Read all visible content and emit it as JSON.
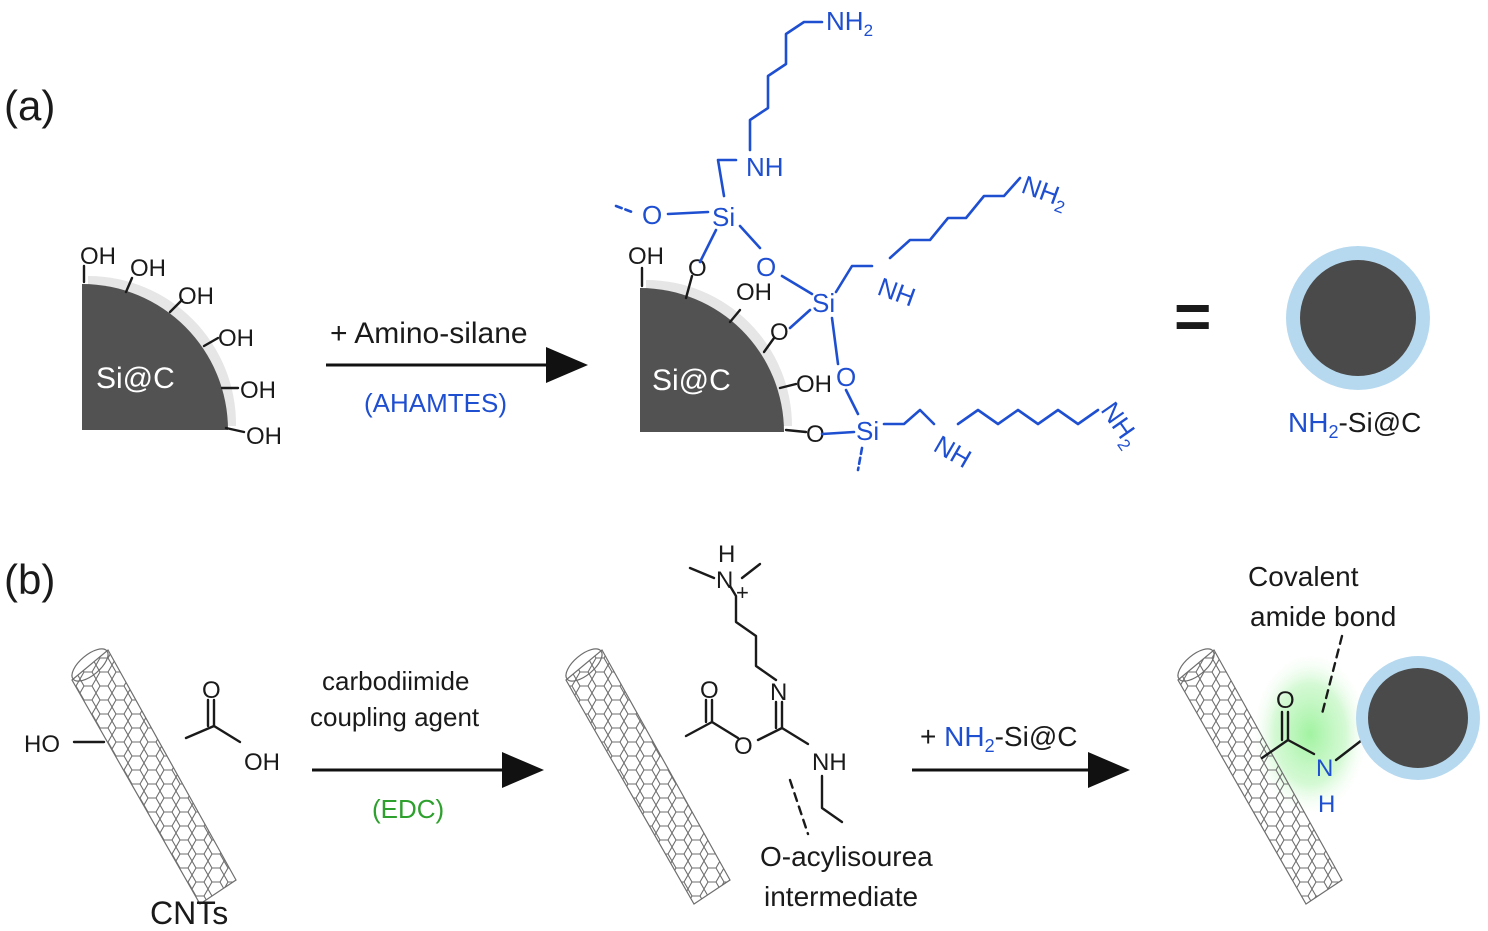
{
  "panel_a": {
    "label": "(a)",
    "particle_label": "Si@C",
    "hydroxyl": "OH",
    "reagent": "+ Amino-silane",
    "reagent_name": "(AHAMTES)",
    "oxygen": "O",
    "silicon": "Si",
    "amine_nh": "NH",
    "amine_nh2": "NH",
    "subscript_2": "2",
    "equals": "=",
    "product_label_prefix": "NH",
    "product_label_suffix": "-Si@C"
  },
  "panel_b": {
    "label": "(b)",
    "cnt_label": "CNTs",
    "ho": "HO",
    "oh": "OH",
    "oxygen": "O",
    "coupling_line1": "carbodiimide",
    "coupling_line2": "coupling agent",
    "coupling_name": "(EDC)",
    "ammonium_h": "H",
    "ammonium_n": "N",
    "plus": "+",
    "imine_n": "N",
    "nh": "NH",
    "intermediate_line1": "O-acylisourea",
    "intermediate_line2": "intermediate",
    "reagent_prefix": "+ ",
    "reagent_amine": "NH",
    "reagent_suffix": "-Si@C",
    "subscript_2": "2",
    "bond_line1": "Covalent",
    "bond_line2": "amide bond",
    "amide_n": "N",
    "amide_h": "H"
  },
  "colors": {
    "amine_blue": "#1f4fd1",
    "edc_green": "#2ea02e",
    "particle_core": "#4a4a4a",
    "shell_light_blue": "#b7d9ef"
  }
}
